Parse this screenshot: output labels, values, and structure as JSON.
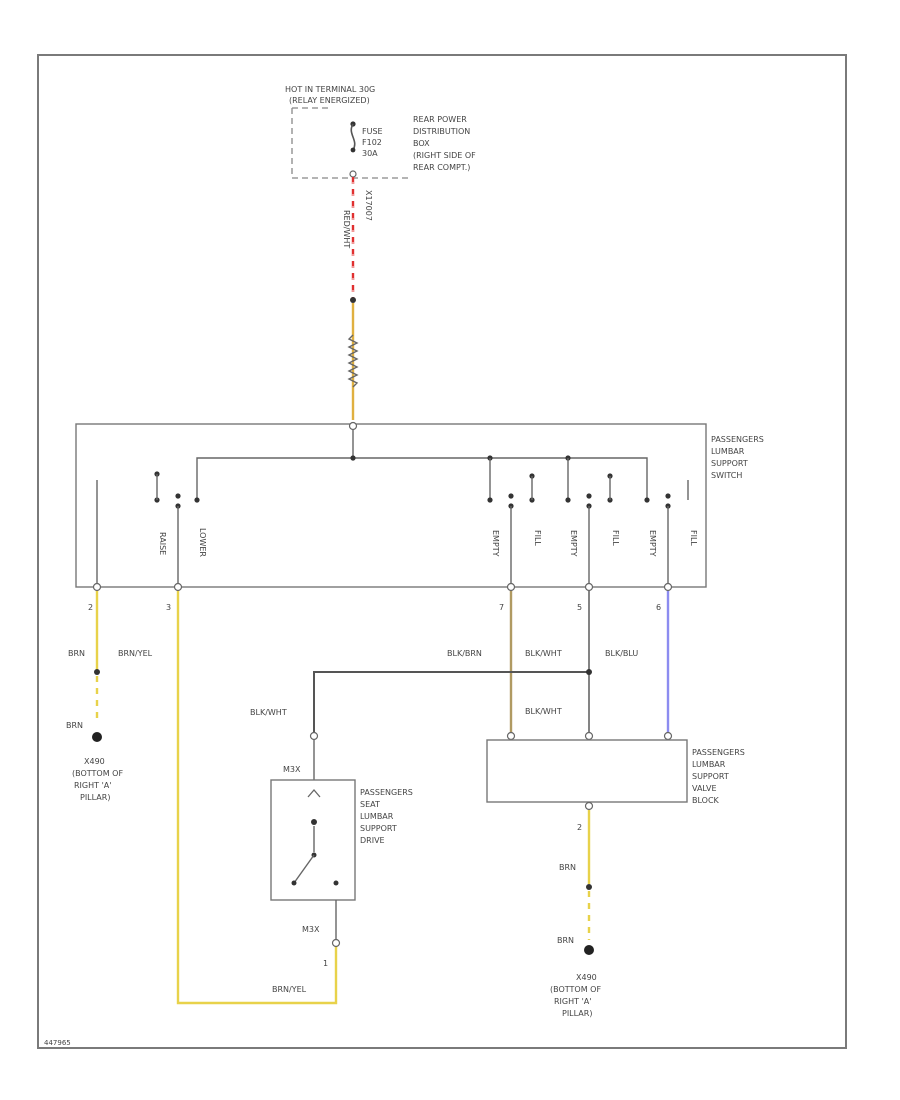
{
  "colors": {
    "frame": "#7a7a7a",
    "wire_dark": "#555555",
    "wire_yellow": "#e8d24a",
    "wire_tan": "#b09a62",
    "wire_blue": "#8c8cf0",
    "wire_red": "#e03030",
    "wire_orange": "#e0b040"
  },
  "power": {
    "hot_label": "HOT IN TERMINAL 30G",
    "relay_label": "(RELAY ENERGIZED)",
    "fuse_label": "FUSE",
    "fuse_id": "F102",
    "fuse_amps": "30A",
    "box_lines": [
      "REAR POWER",
      "DISTRIBUTION",
      "BOX",
      "(RIGHT SIDE OF",
      "REAR COMPT.)"
    ],
    "connector_id": "X17007",
    "wire_color": "RED/WHT"
  },
  "switch": {
    "name_lines": [
      "PASSENGERS",
      "LUMBAR",
      "SUPPORT",
      "SWITCH"
    ],
    "contacts": [
      "RAISE",
      "LOWER",
      "EMPTY",
      "FILL",
      "EMPTY",
      "FILL",
      "EMPTY",
      "FILL"
    ],
    "pins": [
      "2",
      "3",
      "7",
      "5",
      "6"
    ]
  },
  "wires": {
    "brn": "BRN",
    "brn_yel": "BRN/YEL",
    "blk_brn": "BLK/BRN",
    "blk_wht": "BLK/WHT",
    "blk_blu": "BLK/BLU"
  },
  "grounds": {
    "left_lines": [
      "X490",
      "(BOTTOM OF",
      "RIGHT 'A'",
      "PILLAR)"
    ],
    "right_lines": [
      "X490",
      "(BOTTOM OF",
      "RIGHT 'A'",
      "PILLAR)"
    ]
  },
  "drive": {
    "name_lines": [
      "PASSENGERS",
      "SEAT",
      "LUMBAR",
      "SUPPORT",
      "DRIVE"
    ],
    "connector": "M3X",
    "pin_bottom": "1"
  },
  "valve": {
    "name_lines": [
      "PASSENGERS",
      "LUMBAR",
      "SUPPORT",
      "VALVE",
      "BLOCK"
    ],
    "pin_bottom": "2"
  },
  "footer": {
    "code": "447965"
  }
}
